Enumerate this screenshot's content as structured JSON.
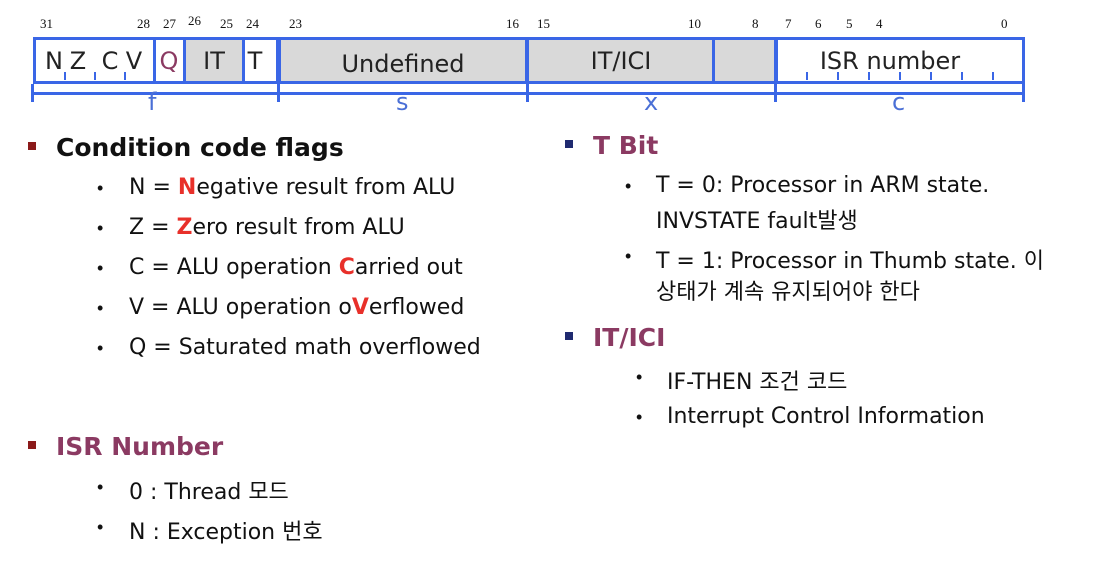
{
  "bit_numbers": [
    "31",
    "28",
    "27",
    "26",
    "25",
    "24",
    "23",
    "16",
    "15",
    "10",
    "8",
    "7",
    "6",
    "5",
    "4",
    "0"
  ],
  "register": {
    "n": "N",
    "z": "Z",
    "c": "C",
    "v": "V",
    "q": "Q",
    "it": "IT",
    "t": "T",
    "undefined": "Undefined",
    "itici": "IT/ICI",
    "isr": "ISR number"
  },
  "segments": {
    "f": "f",
    "s": "s",
    "x": "x",
    "c": "c"
  },
  "colors": {
    "blue": "#3a66e6",
    "maroon": "#8b3a62",
    "red": "#e8302a",
    "navy": "#1f2a70"
  },
  "condition": {
    "title": "Condition code flags",
    "items": [
      {
        "pre": "N = ",
        "hl": "N",
        "post": "egative result from ALU"
      },
      {
        "pre": "Z = ",
        "hl": "Z",
        "post": "ero result from ALU"
      },
      {
        "pre": "C = ALU operation ",
        "hl": "C",
        "post": "arried out"
      },
      {
        "pre": "V = ALU operation o",
        "hl": "V",
        "post": "erflowed"
      },
      {
        "pre": "Q = Saturated math overflowed",
        "hl": "",
        "post": ""
      }
    ]
  },
  "isr": {
    "title": "ISR Number",
    "items": [
      "0 : Thread 모드",
      "N : Exception 번호"
    ]
  },
  "tbit": {
    "title": "T Bit",
    "item1_line1": "T = 0: Processor in ARM state.",
    "item1_line2": "INVSTATE fault발생",
    "item2_line1": "T = 1: Processor in Thumb state. 이",
    "item2_line2": "상태가 계속 유지되어야 한다"
  },
  "itici": {
    "title": "IT/ICI",
    "items": [
      "IF-THEN 조건 코드",
      "Interrupt Control Information"
    ]
  }
}
